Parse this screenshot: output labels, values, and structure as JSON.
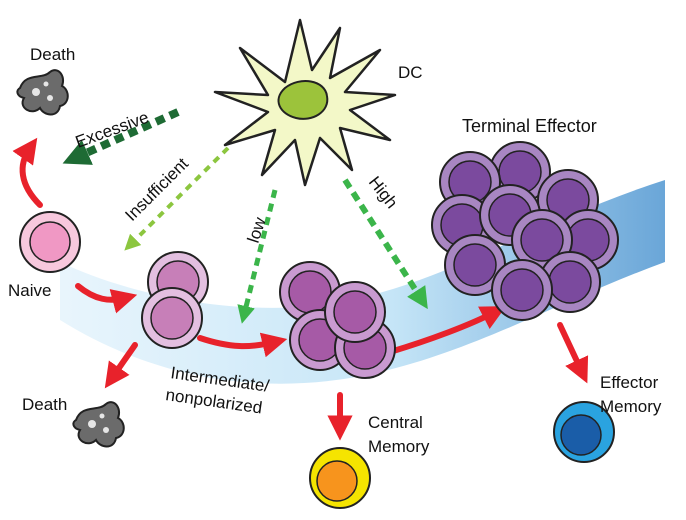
{
  "labels": {
    "dc": "DC",
    "death_top": "Death",
    "death_bottom": "Death",
    "excessive": "Excessive",
    "insufficient": "Insufficient",
    "low": "low",
    "high": "High",
    "naive": "Naive",
    "terminal_effector": "Terminal Effector",
    "intermediate_line1": "Intermediate/",
    "intermediate_line2": "nonpolarized",
    "central_line1": "Central",
    "central_line2": "Memory",
    "effector_line1": "Effector",
    "effector_line2": "Memory"
  },
  "colors": {
    "flow_band": "#bfe3f7",
    "flow_band_dark": "#6fa8d6",
    "red_arrow": "#e8222b",
    "dark_green": "#1e6b34",
    "light_green": "#8cc63f",
    "mid_green": "#3bb54a",
    "dc_body": "#f3f8c8",
    "dc_nucleus": "#9cc33b",
    "naive_cell": "#f098c4",
    "intermediate_cell": "#c77fb8",
    "mid_cell": "#a65aa6",
    "terminal_cell": "#7b4a9e",
    "dead_cell": "#6b6b6b",
    "central_memory_outer": "#f5e400",
    "central_memory_inner": "#f7941d",
    "effector_memory_outer": "#2aa3e0",
    "effector_memory_inner": "#1a5da8"
  },
  "icons": [
    "dendritic-cell-icon",
    "dead-cell-icon",
    "t-cell-icon"
  ]
}
